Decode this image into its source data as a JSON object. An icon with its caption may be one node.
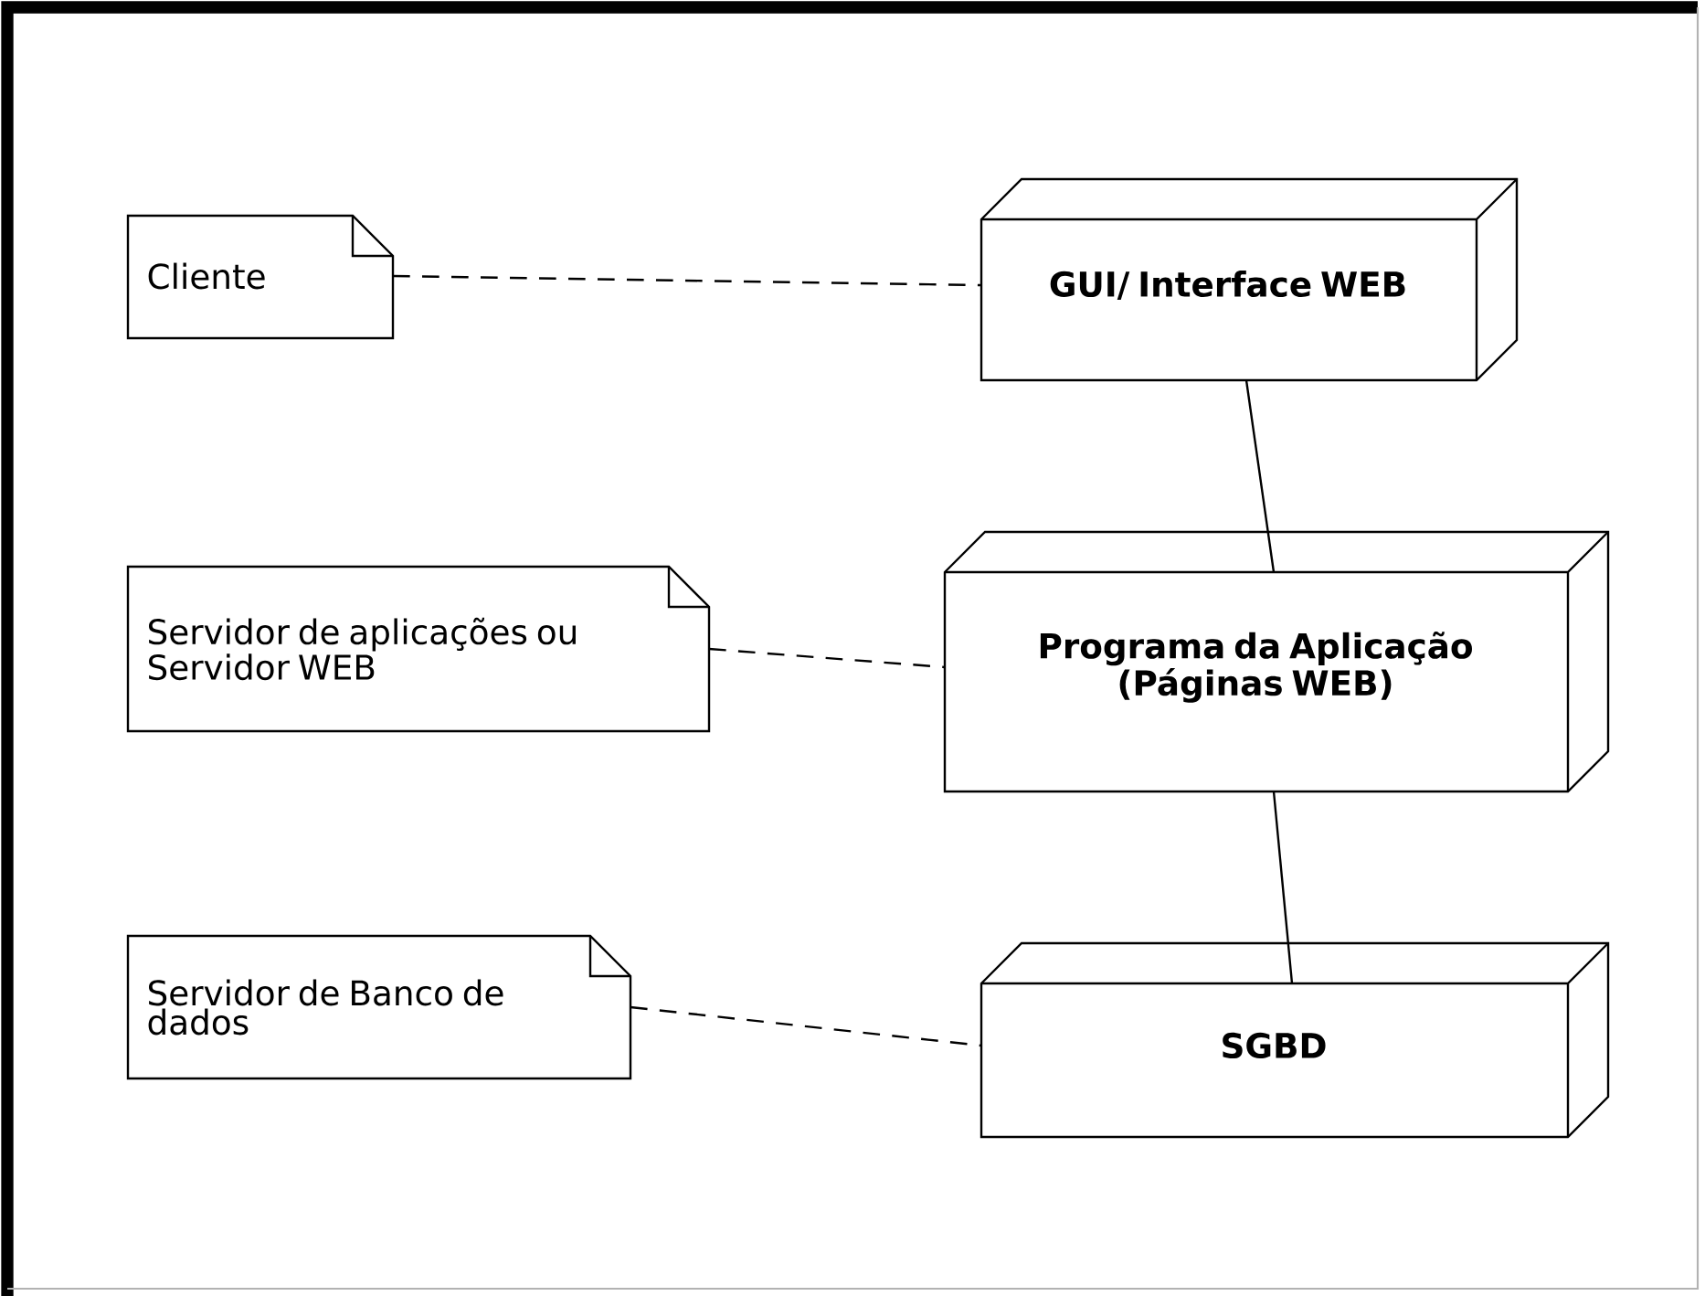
{
  "diagram": {
    "nodes": [
      {
        "text": [
          "Cliente"
        ]
      },
      {
        "text": [
          "GUI/ Interface WEB"
        ]
      },
      {
        "text": [
          "Servidor de aplicações ou Servidor WEB"
        ]
      },
      {
        "text": [
          "Programa da Aplicação (Páginas WEB)"
        ]
      },
      {
        "text": [
          "Servidor de Banco de dados"
        ]
      },
      {
        "text": [
          "SGBD"
        ]
      }
    ],
    "edges": [
      {
        "from": 0,
        "to": 1,
        "arrow": "none",
        "style": "dashed"
      },
      {
        "from": 1,
        "to": 3,
        "arrow": "none"
      },
      {
        "from": 2,
        "to": 3,
        "arrow": "none",
        "style": "dashed"
      },
      {
        "from": 3,
        "to": 5,
        "arrow": "none"
      },
      {
        "from": 4,
        "to": 5,
        "arrow": "none",
        "style": "dashed"
      }
    ]
  }
}
